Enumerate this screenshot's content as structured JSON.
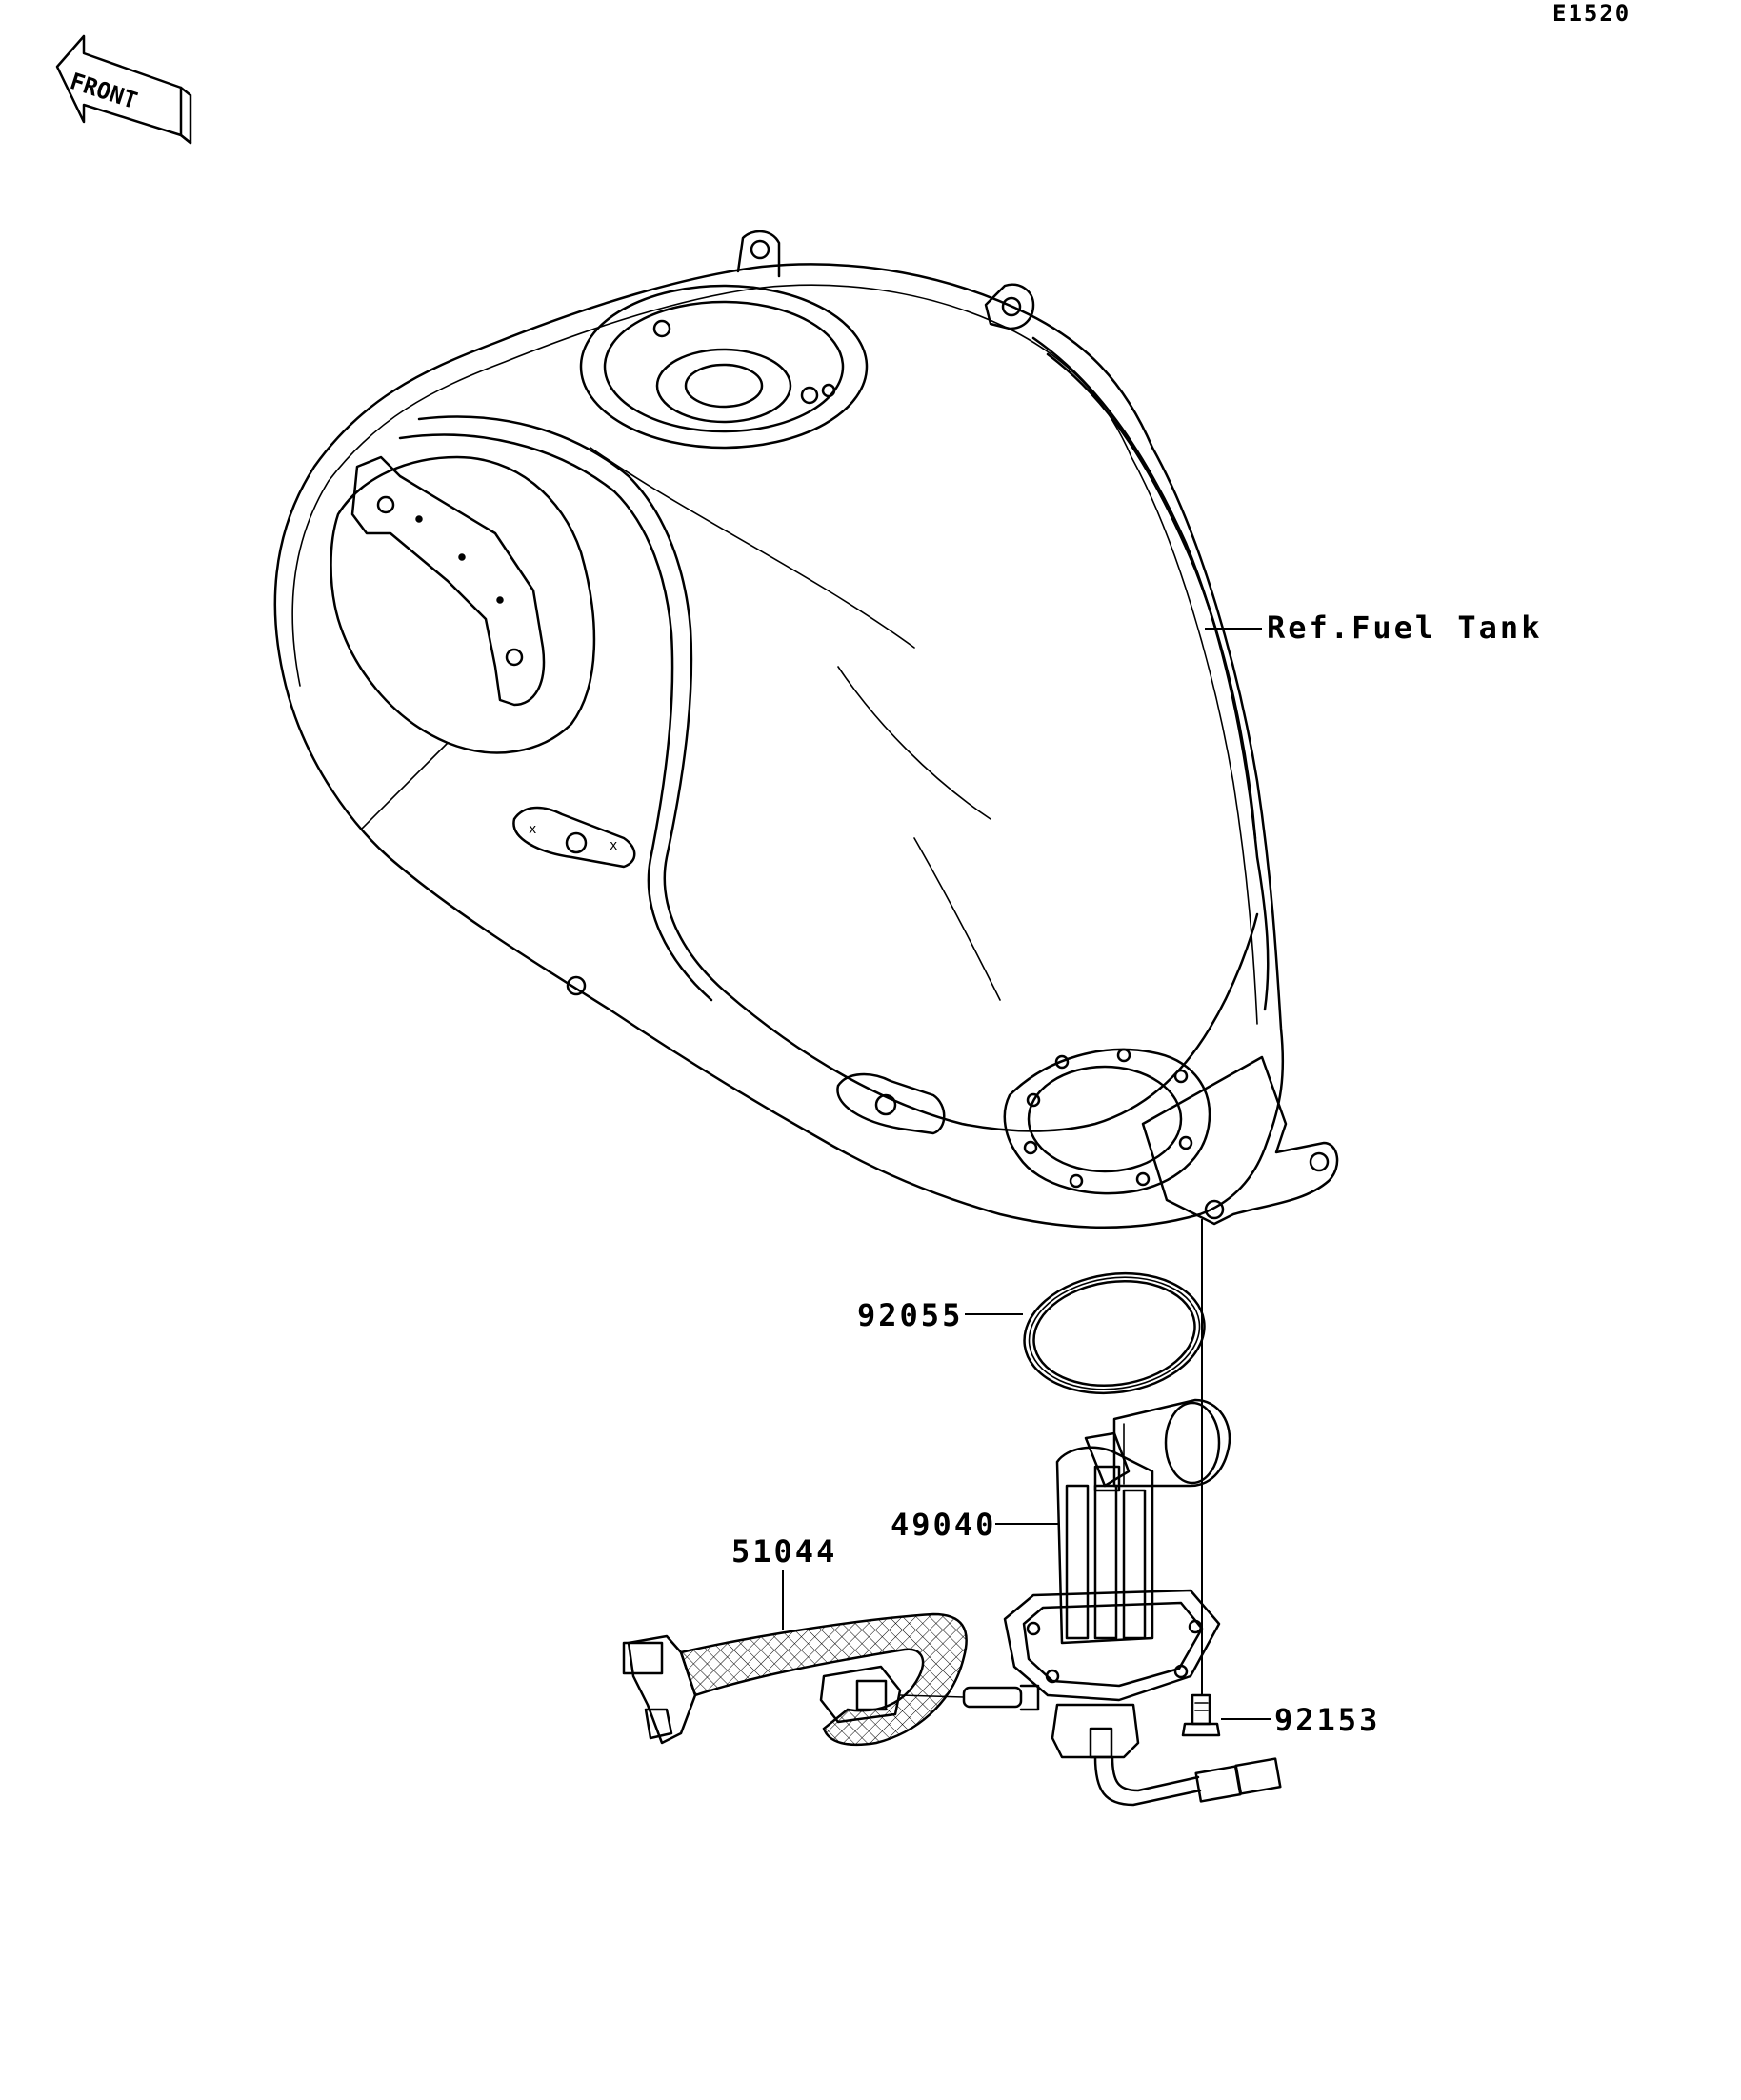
{
  "diagram_code": "E1520",
  "front_label": "FRONT",
  "callouts": {
    "fuel_tank_ref": "Ref.Fuel Tank",
    "gasket": "92055",
    "fuel_pump": "49040",
    "hose": "51044",
    "bolt": "92153"
  }
}
